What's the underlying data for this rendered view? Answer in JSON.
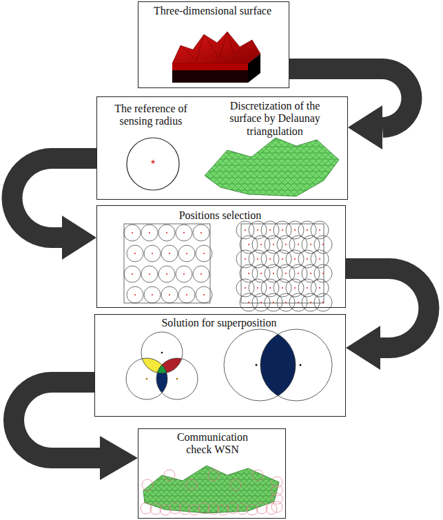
{
  "diagram": {
    "nodes": [
      {
        "text": [
          "Three-dimensional surface"
        ]
      },
      {
        "text": [
          "The reference of sensing radius",
          "Discretization of the surface by Delaunay triangulation"
        ]
      },
      {
        "text": [
          "Positions selection"
        ]
      },
      {
        "text": [
          "Solution for superposition"
        ]
      },
      {
        "text": [
          "Communication check WSN"
        ]
      }
    ],
    "edges": [
      {
        "from": 0,
        "to": 1,
        "arrow": "to"
      },
      {
        "from": 1,
        "to": 2,
        "arrow": "to"
      },
      {
        "from": 2,
        "to": 3,
        "arrow": "to"
      },
      {
        "from": 3,
        "to": 4,
        "arrow": "to"
      }
    ]
  }
}
